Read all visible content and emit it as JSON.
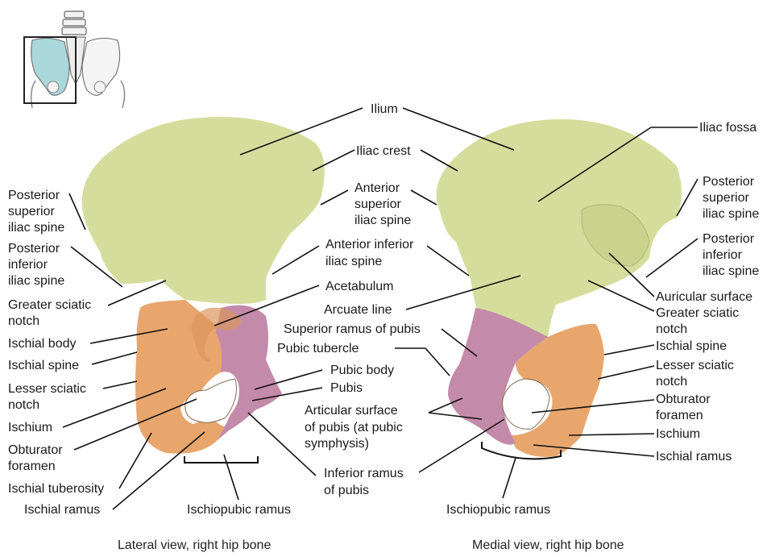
{
  "colors": {
    "ilium": "#d5dd9c",
    "ischium": "#e8a66d",
    "pubis": "#c48aaa",
    "thumbnail_highlight": "#a9d7dc",
    "line": "#111111"
  },
  "lateral": {
    "caption": "Lateral view, right hip bone",
    "labels": {
      "ilium": "Ilium",
      "iliac_crest": "Iliac crest",
      "asis": [
        "Anterior",
        "superior",
        "iliac spine"
      ],
      "aiis": [
        "Anterior inferior",
        "iliac spine"
      ],
      "acetabulum": "Acetabulum",
      "pubic_body": "Pubic body",
      "pubis": "Pubis",
      "inferior_ramus": [
        "Inferior ramus",
        "of pubis"
      ],
      "ischiopubic_ramus": "Ischiopubic ramus",
      "psis": [
        "Posterior",
        "superior",
        "iliac spine"
      ],
      "piis": [
        "Posterior",
        "inferior",
        "iliac spine"
      ],
      "greater_sciatic": [
        "Greater sciatic",
        "notch"
      ],
      "ischial_body": "Ischial body",
      "ischial_spine": "Ischial spine",
      "lesser_sciatic": [
        "Lesser sciatic",
        "notch"
      ],
      "ischium": "Ischium",
      "obturator": [
        "Obturator",
        "foramen"
      ],
      "ischial_tuberosity": "Ischial tuberosity",
      "ischial_ramus": "Ischial ramus"
    }
  },
  "medial": {
    "caption": "Medial view, right hip bone",
    "labels": {
      "iliac_fossa": "Iliac fossa",
      "psis": [
        "Posterior",
        "superior",
        "iliac spine"
      ],
      "piis": [
        "Posterior",
        "inferior",
        "iliac spine"
      ],
      "auricular": "Auricular surface",
      "greater_sciatic": [
        "Greater sciatic",
        "notch"
      ],
      "ischial_spine": "Ischial spine",
      "lesser_sciatic": [
        "Lesser sciatic",
        "notch"
      ],
      "obturator": [
        "Obturator",
        "foramen"
      ],
      "ischium": "Ischium",
      "ischial_ramus": "Ischial ramus",
      "arcuate": "Arcuate line",
      "superior_ramus": "Superior ramus of pubis",
      "pubic_tubercle": "Pubic tubercle",
      "articular": [
        "Articular surface",
        "of pubis (at pubic",
        "symphysis)"
      ],
      "ischiopubic_ramus": "Ischiopubic ramus"
    }
  }
}
